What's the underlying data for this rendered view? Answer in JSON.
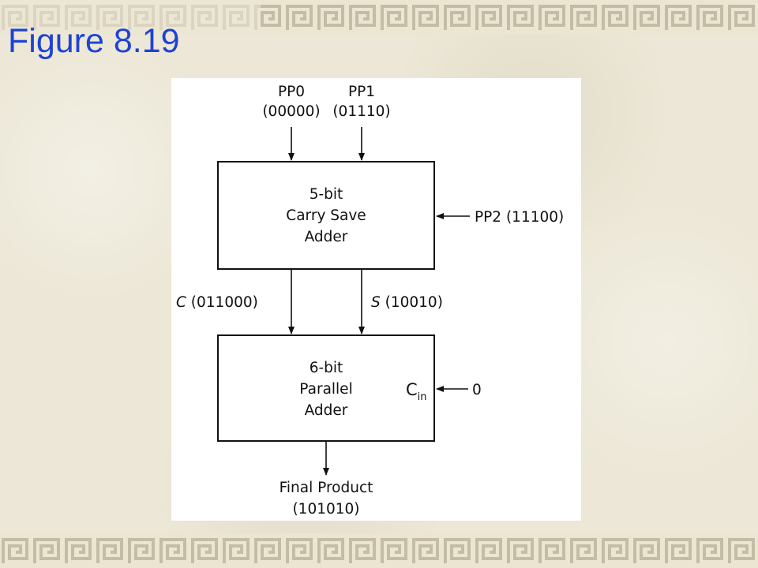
{
  "slide": {
    "title": "Figure 8.19"
  },
  "diagram": {
    "inputs": {
      "pp0_name": "PP0",
      "pp0_value": "(00000)",
      "pp1_name": "PP1",
      "pp1_value": "(01110)",
      "pp2": "PP2 (11100)"
    },
    "csa_block": {
      "line1": "5-bit",
      "line2": "Carry Save",
      "line3": "Adder"
    },
    "carry_out": {
      "letter": "C",
      "value": " (011000)"
    },
    "sum_out": {
      "letter": "S",
      "value": " (10010)"
    },
    "adder_block": {
      "line1": "6-bit",
      "line2": "Parallel",
      "line3": "Adder",
      "cin_main": "C",
      "cin_sub": "in"
    },
    "cin_value": "0",
    "output": {
      "line1": "Final Product",
      "line2": "(101010)"
    }
  },
  "colors": {
    "title": "#1d43d6",
    "background": "#ece7d6",
    "border_pattern": "#bdb6a0"
  }
}
